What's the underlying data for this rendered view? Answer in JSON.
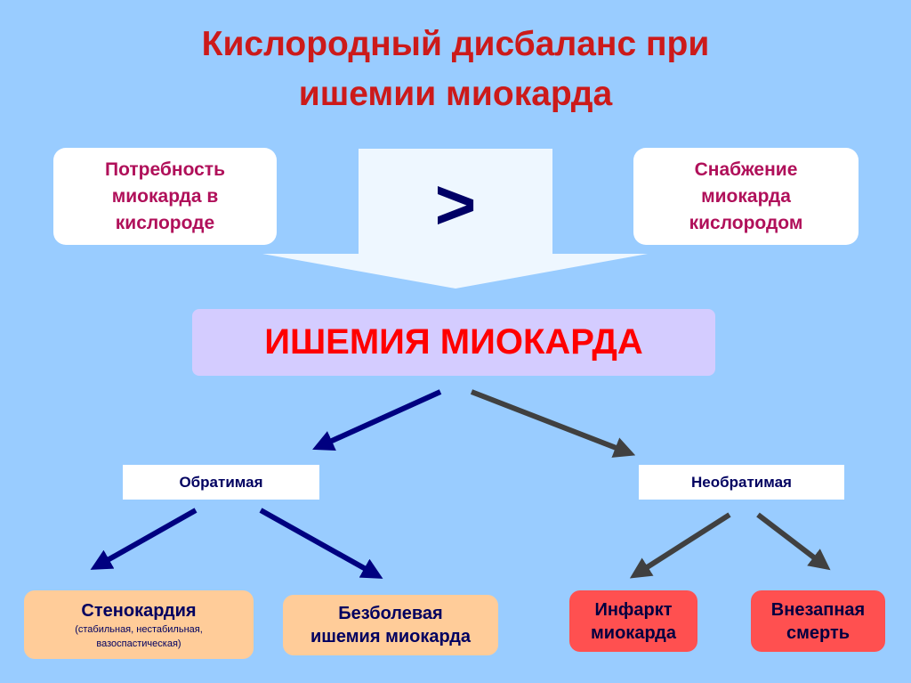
{
  "title": {
    "line1": "Кислородный дисбаланс при",
    "line2": "ишемии миокарда"
  },
  "demand": {
    "line1": "Потребность",
    "line2": "миокарда в",
    "line3": "кислороде"
  },
  "supply": {
    "line1": "Снабжение",
    "line2": "миокарда",
    "line3": "кислородом"
  },
  "comparison": ">",
  "center": "ИШЕМИЯ МИОКАРДА",
  "reversible": {
    "label": "Обратимая",
    "children": [
      {
        "title": "Стенокардия",
        "sub1": "(стабильная, нестабильная,",
        "sub2": "вазоспастическая)"
      },
      {
        "line1": "Безболевая",
        "line2": "ишемия миокарда"
      }
    ]
  },
  "irreversible": {
    "label": "Необратимая",
    "children": [
      {
        "line1": "Инфаркт",
        "line2": "миокарда"
      },
      {
        "line1": "Внезапная",
        "line2": "смерть"
      }
    ]
  },
  "colors": {
    "background": "#99ccff",
    "title": "#cc1a1a",
    "blue_arrow": "#000080",
    "gray_arrow": "#404040"
  }
}
